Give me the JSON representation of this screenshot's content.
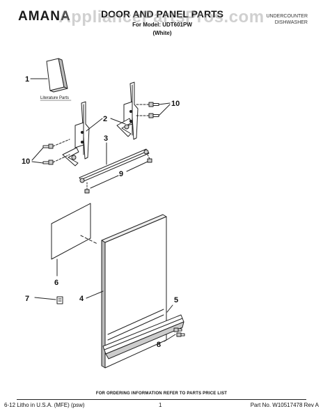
{
  "header": {
    "brand": "AMANA",
    "title": "DOOR AND PANEL PARTS",
    "subtitle": "For Model: UDT601PW",
    "variant": "(White)",
    "catalog_line1": "UNDERCOUNTER",
    "catalog_line2": "DISHWASHER",
    "watermark": "AppliancePartsPros.com"
  },
  "diagram": {
    "literature_label": "Literature Parts",
    "callouts": [
      "1",
      "2",
      "3",
      "10",
      "10",
      "9",
      "6",
      "7",
      "4",
      "5",
      "8"
    ]
  },
  "footer": {
    "note": "FOR ORDERING INFORMATION REFER TO PARTS PRICE LIST",
    "left": "6-12 Litho in U.S.A. (MFE) (psw)",
    "page": "1",
    "part_no": "Part No. W10517478 Rev A"
  }
}
